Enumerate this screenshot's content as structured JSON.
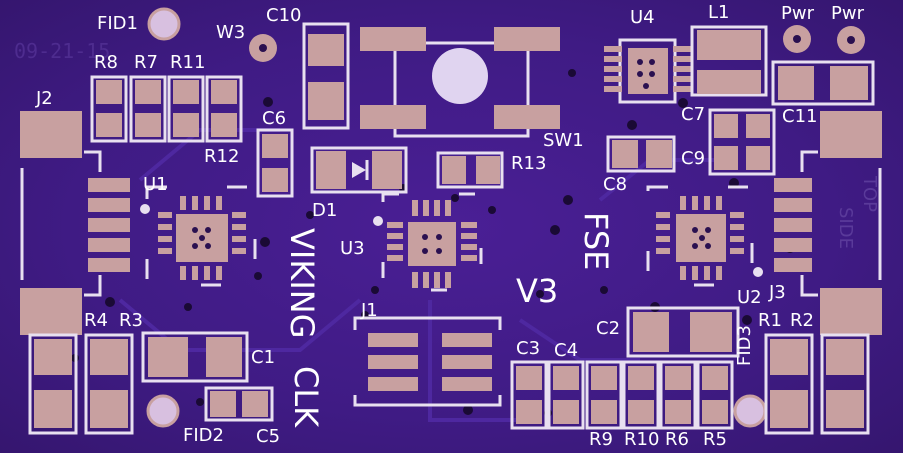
{
  "labels": {
    "fid1": "FID1",
    "w3": "W3",
    "c10": "C10",
    "u4": "U4",
    "l1": "L1",
    "pwr1": "Pwr",
    "pwr2": "Pwr",
    "date": "09-21-15",
    "j2": "J2",
    "r8": "R8",
    "r7": "R7",
    "r11": "R11",
    "r12": "R12",
    "c6": "C6",
    "sw1": "SW1",
    "c7": "C7",
    "c11": "C11",
    "c9": "C9",
    "c8": "C8",
    "r13": "R13",
    "u1": "U1",
    "d1": "D1",
    "u3": "U3",
    "viking": "VIKING",
    "clk": "CLK",
    "fse": "FSE",
    "v3": "V3",
    "top": "TOP",
    "side": "SIDE",
    "u2": "U2",
    "j3": "J3",
    "r4": "R4",
    "r3": "R3",
    "c1": "C1",
    "j1": "J1",
    "c2": "C2",
    "c3": "C3",
    "c4": "C4",
    "r1": "R1",
    "r2": "R2",
    "fid3": "FID3",
    "fid2": "FID2",
    "c5": "C5",
    "r9": "R9",
    "r10": "R10",
    "r6": "R6",
    "r5": "R5"
  },
  "colors": {
    "board": "#3f1b84",
    "pad": "#c8a0a0",
    "silk": "#e8e0f0"
  }
}
